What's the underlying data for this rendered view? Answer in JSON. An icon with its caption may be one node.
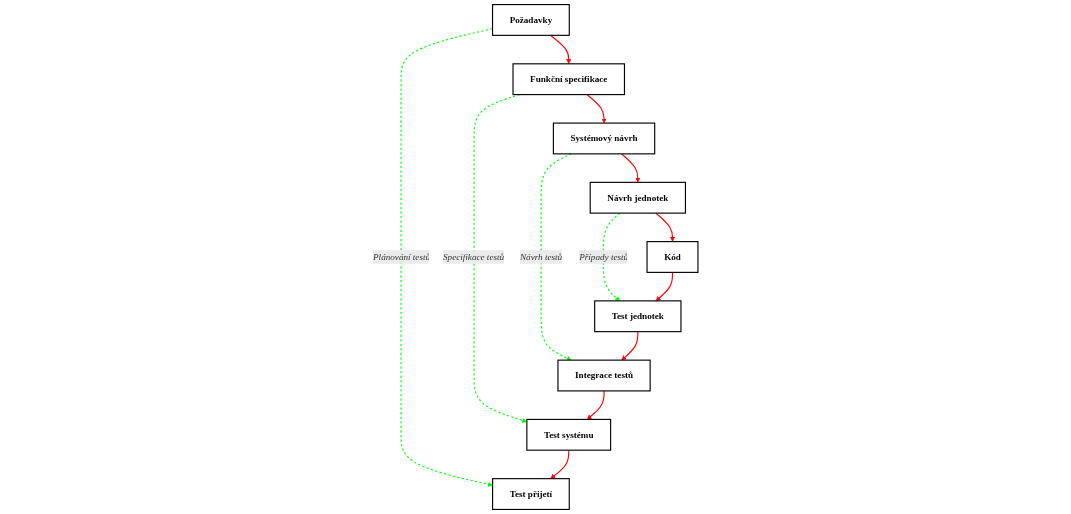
{
  "diagram": {
    "nodes": [
      {
        "text": [
          "Požadavky"
        ]
      },
      {
        "text": [
          "Funkční specifikace"
        ]
      },
      {
        "text": [
          "Systémový návrh"
        ]
      },
      {
        "text": [
          "Návrh jednotek"
        ]
      },
      {
        "text": [
          "Kód"
        ]
      },
      {
        "text": [
          "Test jednotek"
        ]
      },
      {
        "text": [
          "Integrace testů"
        ]
      },
      {
        "text": [
          "Test systému"
        ]
      },
      {
        "text": [
          "Test přijetí"
        ]
      }
    ],
    "edges": [
      {
        "from": 0,
        "to": 8,
        "arrow": "to",
        "label": "Plánování testů",
        "style": "dashed",
        "color": "#00ff00"
      },
      {
        "from": 0,
        "to": 1,
        "arrow": "to"
      },
      {
        "from": 1,
        "to": 7,
        "arrow": "to",
        "label": "Specifikace testů",
        "style": "dashed",
        "color": "#00ff00"
      },
      {
        "from": 1,
        "to": 2,
        "arrow": "to"
      },
      {
        "from": 2,
        "to": 6,
        "arrow": "to",
        "label": "Návrh testů",
        "style": "dashed",
        "color": "#00ff00"
      },
      {
        "from": 2,
        "to": 3,
        "arrow": "to"
      },
      {
        "from": 3,
        "to": 5,
        "arrow": "to",
        "label": "Případy testů",
        "style": "dashed",
        "color": "#00ff00"
      },
      {
        "from": 3,
        "to": 4,
        "arrow": "to"
      },
      {
        "from": 4,
        "to": 5,
        "arrow": "to"
      },
      {
        "from": 5,
        "to": 6,
        "arrow": "to"
      },
      {
        "from": 6,
        "to": 7,
        "arrow": "to"
      },
      {
        "from": 7,
        "to": 8,
        "arrow": "to"
      }
    ]
  }
}
